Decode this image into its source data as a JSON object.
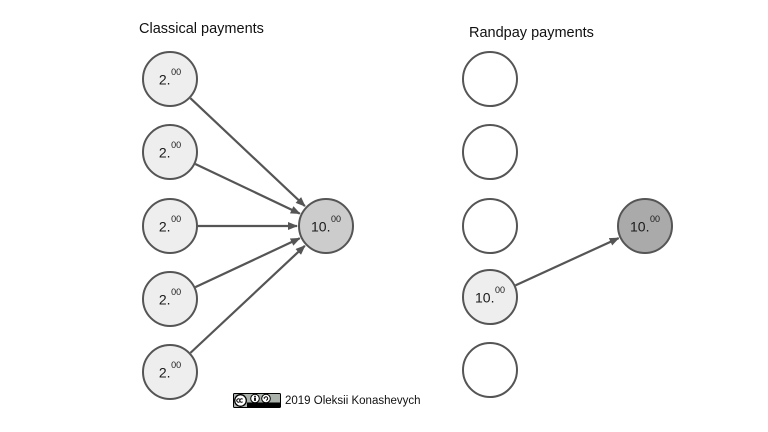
{
  "titles": {
    "classical": "Classical payments",
    "randpay": "Randpay payments"
  },
  "classical": {
    "sources": [
      {
        "main": "2.",
        "sup": "00"
      },
      {
        "main": "2.",
        "sup": "00"
      },
      {
        "main": "2.",
        "sup": "00"
      },
      {
        "main": "2.",
        "sup": "00"
      },
      {
        "main": "2.",
        "sup": "00"
      }
    ],
    "target": {
      "main": "10.",
      "sup": "00"
    }
  },
  "randpay": {
    "sources": [
      {
        "main": "",
        "sup": ""
      },
      {
        "main": "",
        "sup": ""
      },
      {
        "main": "",
        "sup": ""
      },
      {
        "main": "10.",
        "sup": "00"
      },
      {
        "main": "",
        "sup": ""
      }
    ],
    "winner_index": 3,
    "target": {
      "main": "10.",
      "sup": "00"
    }
  },
  "colors": {
    "node_light": "#eeeeee",
    "node_mid": "#cccccc",
    "node_dark": "#aaaaaa",
    "node_empty": "#ffffff",
    "stroke": "#555555"
  },
  "icons": {
    "license": "cc-by-sa-badge-icon"
  },
  "credit": {
    "text": "2019 Oleksii Konashevych"
  }
}
